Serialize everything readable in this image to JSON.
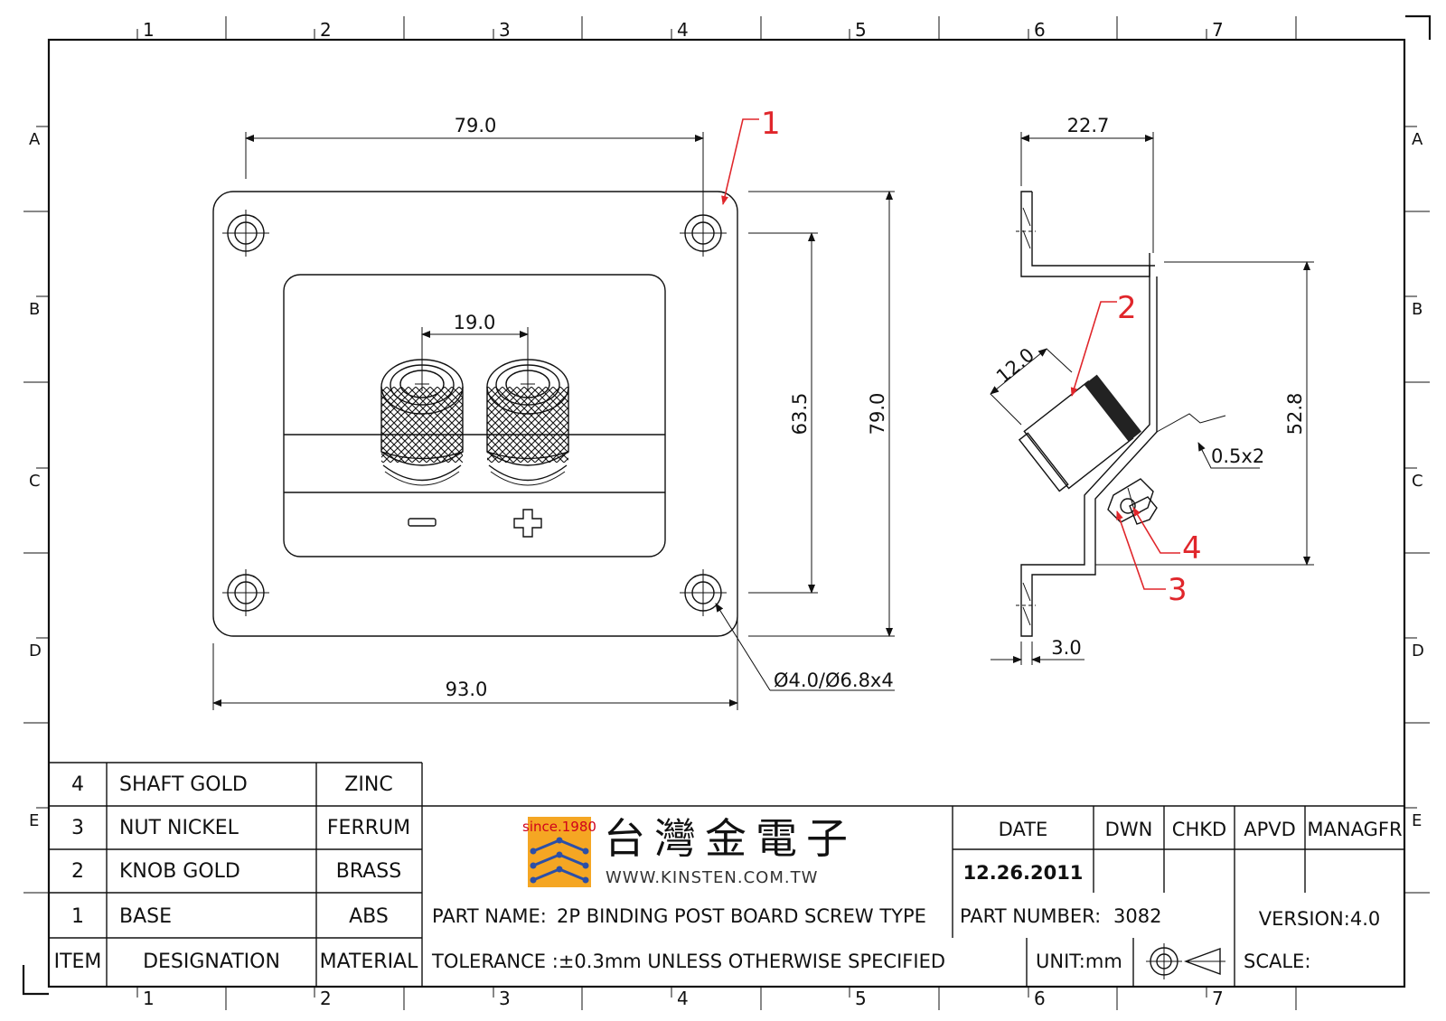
{
  "border": {
    "cols_top": [
      "1",
      "2",
      "3",
      "4",
      "5",
      "6",
      "7"
    ],
    "cols_bottom": [
      "1",
      "2",
      "3",
      "4",
      "5",
      "6",
      "7"
    ],
    "rows_left": [
      "A",
      "B",
      "C",
      "D",
      "E"
    ],
    "rows_right": [
      "A",
      "B",
      "C",
      "D",
      "E"
    ]
  },
  "front_view": {
    "dim_width_mount": "79.0",
    "dim_width_total": "93.0",
    "dim_post_spacing": "19.0",
    "dim_height_mount": "63.5",
    "dim_height_total": "79.0",
    "hole_note": "Ø4.0/Ø6.8x4",
    "minus_symbol": "−",
    "plus_symbol": "+",
    "balloon_1": "1"
  },
  "side_view": {
    "dim_depth": "22.7",
    "dim_knob": "12.0",
    "dim_height": "52.8",
    "dim_chamfer": "0.5x2",
    "dim_thickness": "3.0",
    "balloon_2": "2",
    "balloon_3": "3",
    "balloon_4": "4"
  },
  "bom": {
    "rows": [
      {
        "item": "4",
        "designation": "SHAFT GOLD",
        "material": "ZINC"
      },
      {
        "item": "3",
        "designation": "NUT NICKEL",
        "material": "FERRUM"
      },
      {
        "item": "2",
        "designation": "KNOB GOLD",
        "material": "BRASS"
      },
      {
        "item": "1",
        "designation": "BASE",
        "material": "ABS"
      }
    ],
    "header": {
      "item": "ITEM",
      "designation": "DESIGNATION",
      "material": "MATERIAL"
    }
  },
  "title_block": {
    "logo_since": "since.1980",
    "company_name": "台灣金電子",
    "website": "WWW.KINSTEN.COM.TW",
    "date_label": "DATE",
    "date_value": "12.26.2011",
    "dwn_label": "DWN",
    "chkd_label": "CHKD",
    "apvd_label": "APVD",
    "managfr_label": "MANAGFR",
    "part_name_label": "PART  NAME:",
    "part_name_value": "2P BINDING POST BOARD SCREW TYPE",
    "part_number_label": "PART  NUMBER:",
    "part_number_value": "3082",
    "version": "VERSION:4.0",
    "tolerance": "TOLERANCE  :±0.3mm  UNLESS  OTHERWISE  SPECIFIED",
    "unit": "UNIT:mm",
    "scale": "SCALE:"
  },
  "colors": {
    "line": "#111111",
    "balloon": "#e0262b",
    "logo_orange": "#f5a623",
    "logo_blue": "#2b4fa8"
  }
}
